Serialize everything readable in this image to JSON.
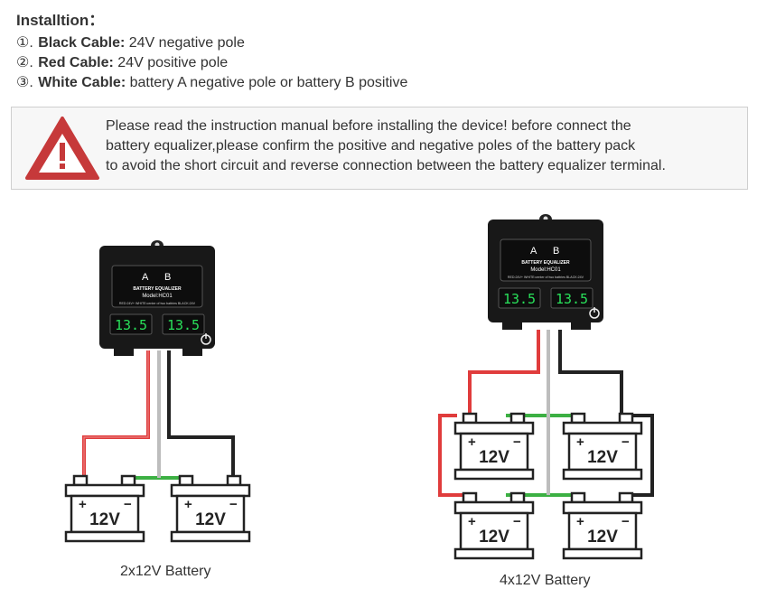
{
  "header": {
    "title": "Installtion："
  },
  "cables": [
    {
      "num": "①.",
      "name": "Black Cable:",
      "desc": "24V negative pole"
    },
    {
      "num": "②.",
      "name": "Red Cable:",
      "desc": "24V positive pole"
    },
    {
      "num": "③.",
      "name": "White Cable:",
      "desc": "battery A negative pole or battery B positive"
    }
  ],
  "warning": {
    "icon": "warning-triangle-icon",
    "lines": [
      "Please read the instruction manual before installing the device! before connect the",
      "battery equalizer,please confirm the positive and negative poles of the battery pack",
      "to avoid the short circuit and reverse connection between the battery equalizer terminal."
    ]
  },
  "device": {
    "label_a": "A",
    "label_b": "B",
    "product": "BATTERY EQUALIZER",
    "model": "Model:HC01",
    "wiring_note": "RED:24V+  WHITE:center of two battries  BLACK:24V",
    "reading_a": "13.5",
    "reading_b": "13.5"
  },
  "battery": {
    "voltage": "12V",
    "plus": "+",
    "minus": "−"
  },
  "captions": {
    "left": "2x12V Battery",
    "right": "4x12V Battery"
  },
  "colors": {
    "red_cable": "#e03c3c",
    "black_cable": "#222222",
    "white_cable": "#bdbdbd",
    "link_cable": "#3cb043",
    "lcd_green": "#29e05a",
    "warning_red": "#c6393a"
  }
}
